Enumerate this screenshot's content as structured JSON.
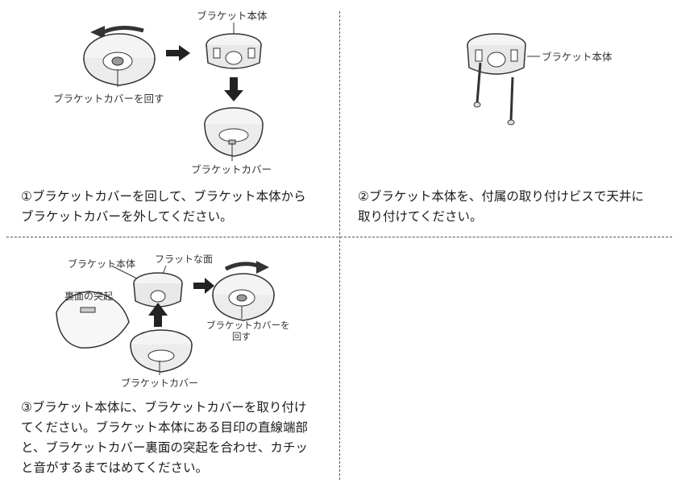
{
  "steps": [
    {
      "caption_lines": [
        "①ブラケットカバーを回して、ブラケット本体から",
        "ブラケットカバーを外してください。"
      ],
      "labels": {
        "bracket_body": "ブラケット本体",
        "rotate_cover": "ブラケットカバーを回す",
        "bracket_cover": "ブラケットカバー"
      }
    },
    {
      "caption_lines": [
        "②ブラケット本体を、付属の取り付けビスで天井に",
        "取り付けてください。"
      ],
      "labels": {
        "bracket_body": "ブラケット本体"
      }
    },
    {
      "caption_lines": [
        "③ブラケット本体に、ブラケットカバーを取り付け",
        "てください。ブラケット本体にある目印の直線端部",
        "と、ブラケットカバー裏面の突起を合わせ、カチッ",
        "と音がするまではめてください。"
      ],
      "labels": {
        "bracket_body": "ブラケット本体",
        "flat_surface": "フラットな面",
        "back_protrusion": "裏面の突起",
        "rotate_cover_line1": "ブラケットカバーを",
        "rotate_cover_line2": "回す",
        "bracket_cover": "ブラケットカバー"
      }
    }
  ]
}
